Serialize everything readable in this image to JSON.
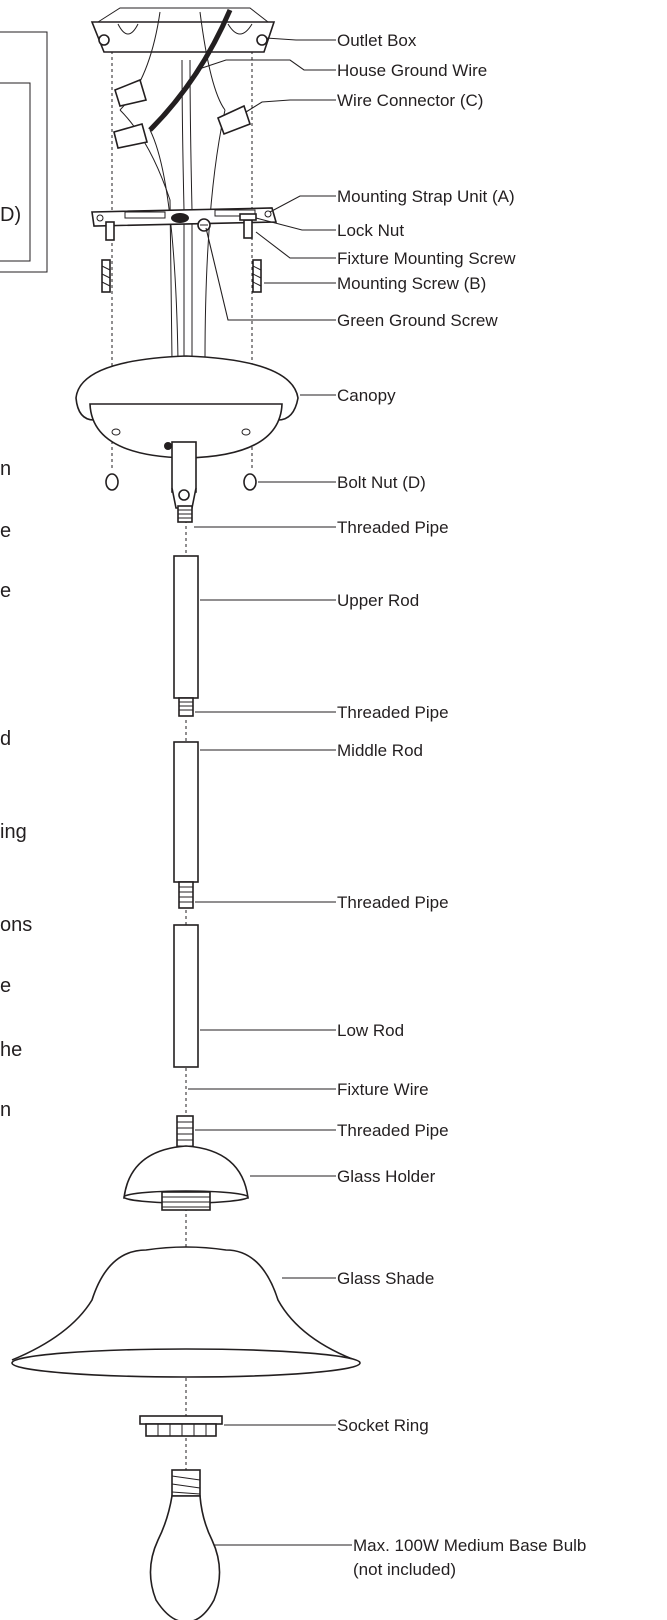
{
  "labels": {
    "outlet_box": "Outlet  Box",
    "house_ground_wire": "House  Ground Wire",
    "wire_connector": "Wire Connector (C)",
    "mounting_strap": "Mounting Strap Unit (A)",
    "lock_nut": "Lock Nut",
    "fixture_mounting_screw": "Fixture Mounting Screw",
    "mounting_screw": "Mounting Screw (B)",
    "green_ground_screw": "Green Ground Screw",
    "canopy": "Canopy",
    "bolt_nut": "Bolt Nut (D)",
    "threaded_pipe_1": "Threaded Pipe",
    "upper_rod": "Upper Rod",
    "threaded_pipe_2": "Threaded Pipe",
    "middle_rod": "Middle Rod",
    "threaded_pipe_3": "Threaded Pipe",
    "low_rod": "Low Rod",
    "fixture_wire": "Fixture Wire",
    "threaded_pipe_4": "Threaded Pipe",
    "glass_holder": "Glass Holder",
    "glass_shade": "Glass Shade",
    "socket_ring": "Socket Ring",
    "bulb_line1": "Max. 100W Medium Base Bulb",
    "bulb_line2": "(not included)"
  },
  "left_fragments": [
    "D)",
    "n",
    "e",
    "e",
    "d",
    "ing",
    "ons",
    "e",
    "he",
    "n"
  ]
}
